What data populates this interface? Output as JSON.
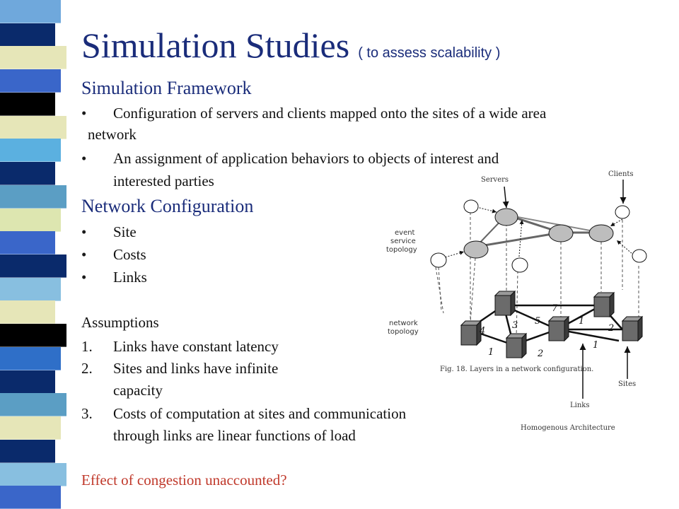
{
  "slide": {
    "title": "Simulation Studies",
    "subtitle": "( to assess scalability )",
    "framework": {
      "heading": "Simulation Framework",
      "bullet1_line1": "Configuration of servers and clients mapped onto the sites of a wide area",
      "bullet1_line2": "network",
      "bullet2_line1": "An assignment of application behaviors to objects of interest and",
      "bullet2_line2": "interested parties"
    },
    "network": {
      "heading": "Network Configuration",
      "items": [
        "Site",
        "Costs",
        "Links"
      ]
    },
    "assumptions": {
      "heading": "Assumptions",
      "items": [
        {
          "num": "1.",
          "line1": "Links have constant latency",
          "line2": ""
        },
        {
          "num": "2.",
          "line1": "Sites and links have infinite",
          "line2": "capacity"
        },
        {
          "num": "3.",
          "line1": "Costs of computation at sites and communication",
          "line2": "through links are linear functions of load"
        }
      ]
    },
    "question": "Effect of congestion unaccounted?",
    "bullet_glyph": "•"
  },
  "figure": {
    "servers_label": "Servers",
    "clients_label": "Clients",
    "event_label": [
      "event",
      "service",
      "topology"
    ],
    "network_label": [
      "network",
      "topology"
    ],
    "caption": "Fig. 18.   Layers in a network configuration.",
    "sites_label": "Sites",
    "links_label": "Links",
    "architecture_label": "Homogenous Architecture",
    "link_costs": [
      "7",
      "4",
      "3",
      "5",
      "1",
      "2",
      "1",
      "1",
      "2"
    ]
  },
  "colors": {
    "title": "#1a2c7a",
    "question": "#c0392b",
    "stripe": [
      "#6fa8dc",
      "#0a2a6b",
      "#e6e6b8",
      "#3a66c9",
      "#000000",
      "#e6e6b8",
      "#5bb0e0",
      "#0a2a6b",
      "#5b9ec4",
      "#dde6b0",
      "#3a66c9",
      "#0a2a6b",
      "#88bfe0",
      "#e6e6b8",
      "#000000",
      "#2f6fc8",
      "#0a2a6b",
      "#5b9ec4",
      "#e6e6b8",
      "#0a2a6b",
      "#88bfe0",
      "#3a66c9"
    ]
  }
}
